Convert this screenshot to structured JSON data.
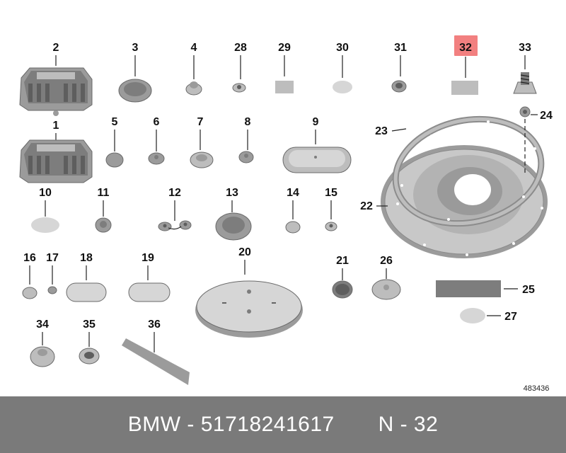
{
  "diagram": {
    "labels": [
      "1",
      "2",
      "3",
      "4",
      "5",
      "6",
      "7",
      "8",
      "9",
      "10",
      "11",
      "12",
      "13",
      "14",
      "15",
      "16",
      "17",
      "18",
      "19",
      "20",
      "21",
      "22",
      "23",
      "24",
      "25",
      "26",
      "27",
      "28",
      "29",
      "30",
      "31",
      "32",
      "33",
      "34",
      "35",
      "36"
    ],
    "highlighted": "32",
    "highlight_color": "#f28080",
    "reference_number": "483436"
  },
  "footer": {
    "brand": "BMW",
    "separator": " - ",
    "part_number": "51718241617",
    "position_text": "N - 32",
    "background": "#7a7a7a"
  }
}
